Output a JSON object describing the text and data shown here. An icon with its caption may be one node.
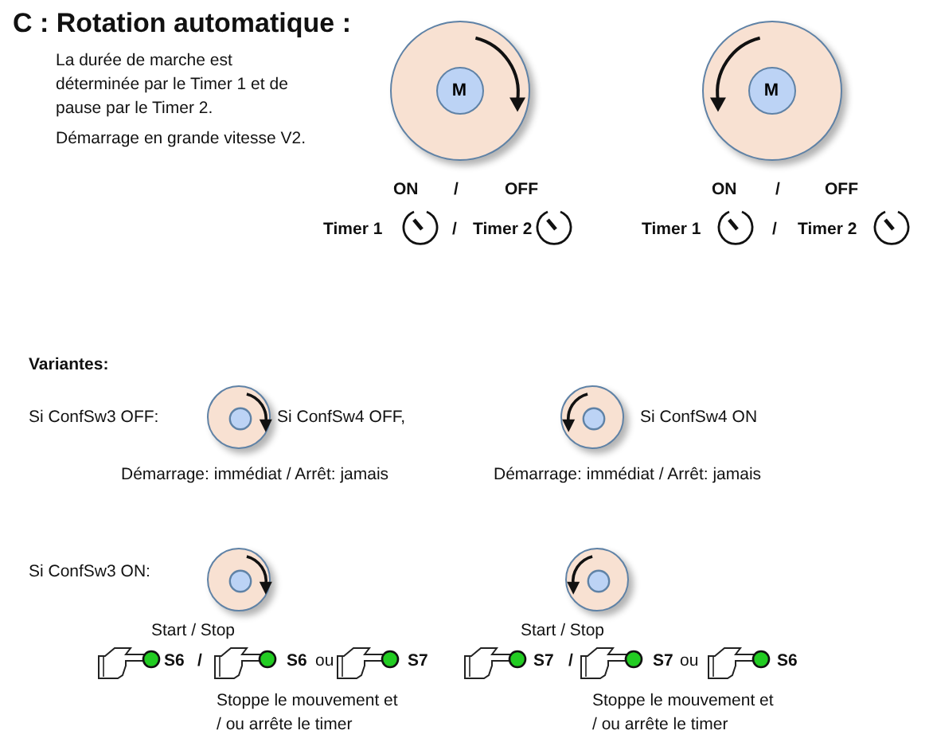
{
  "diagram": {
    "title": "C : Rotation automatique :",
    "nodes": [
      {
        "text": [],
        "shape": "circle"
      },
      {
        "text": [
          "M"
        ],
        "in": 0
      },
      {
        "text": [],
        "shape": "circle"
      },
      {
        "text": [
          "M"
        ],
        "in": 2
      },
      {
        "text": [],
        "shape": "circle"
      },
      {
        "text": [],
        "shape": "circle"
      },
      {
        "text": [],
        "shape": "circle"
      },
      {
        "text": [],
        "shape": "circle"
      }
    ],
    "edges": [],
    "labels": [
      "La durée de marche est déterminée par le Timer 1 et de pause par le Timer 2.",
      "Démarrage en grande vitesse V2.",
      "ON",
      "/",
      "OFF",
      "ON",
      "/",
      "OFF",
      "Timer 1",
      "/",
      "Timer 2",
      "Timer 1",
      "/",
      "Timer 2",
      "Variantes:",
      "Si ConfSw3 OFF:",
      "Si ConfSw4 OFF,",
      "Si ConfSw4 ON",
      "Démarrage: immédiat / Arrêt: jamais",
      "Démarrage: immédiat / Arrêt: jamais",
      "Si ConfSw3 ON:",
      "Start / Stop",
      "Start / Stop",
      "S6",
      "/",
      "S6",
      "ou",
      "S7",
      "S7",
      "/",
      "S7",
      "ou",
      "S6",
      "Stoppe le mouvement et / ou arrête le timer",
      "Stoppe le mouvement et / ou arrête le timer"
    ]
  }
}
